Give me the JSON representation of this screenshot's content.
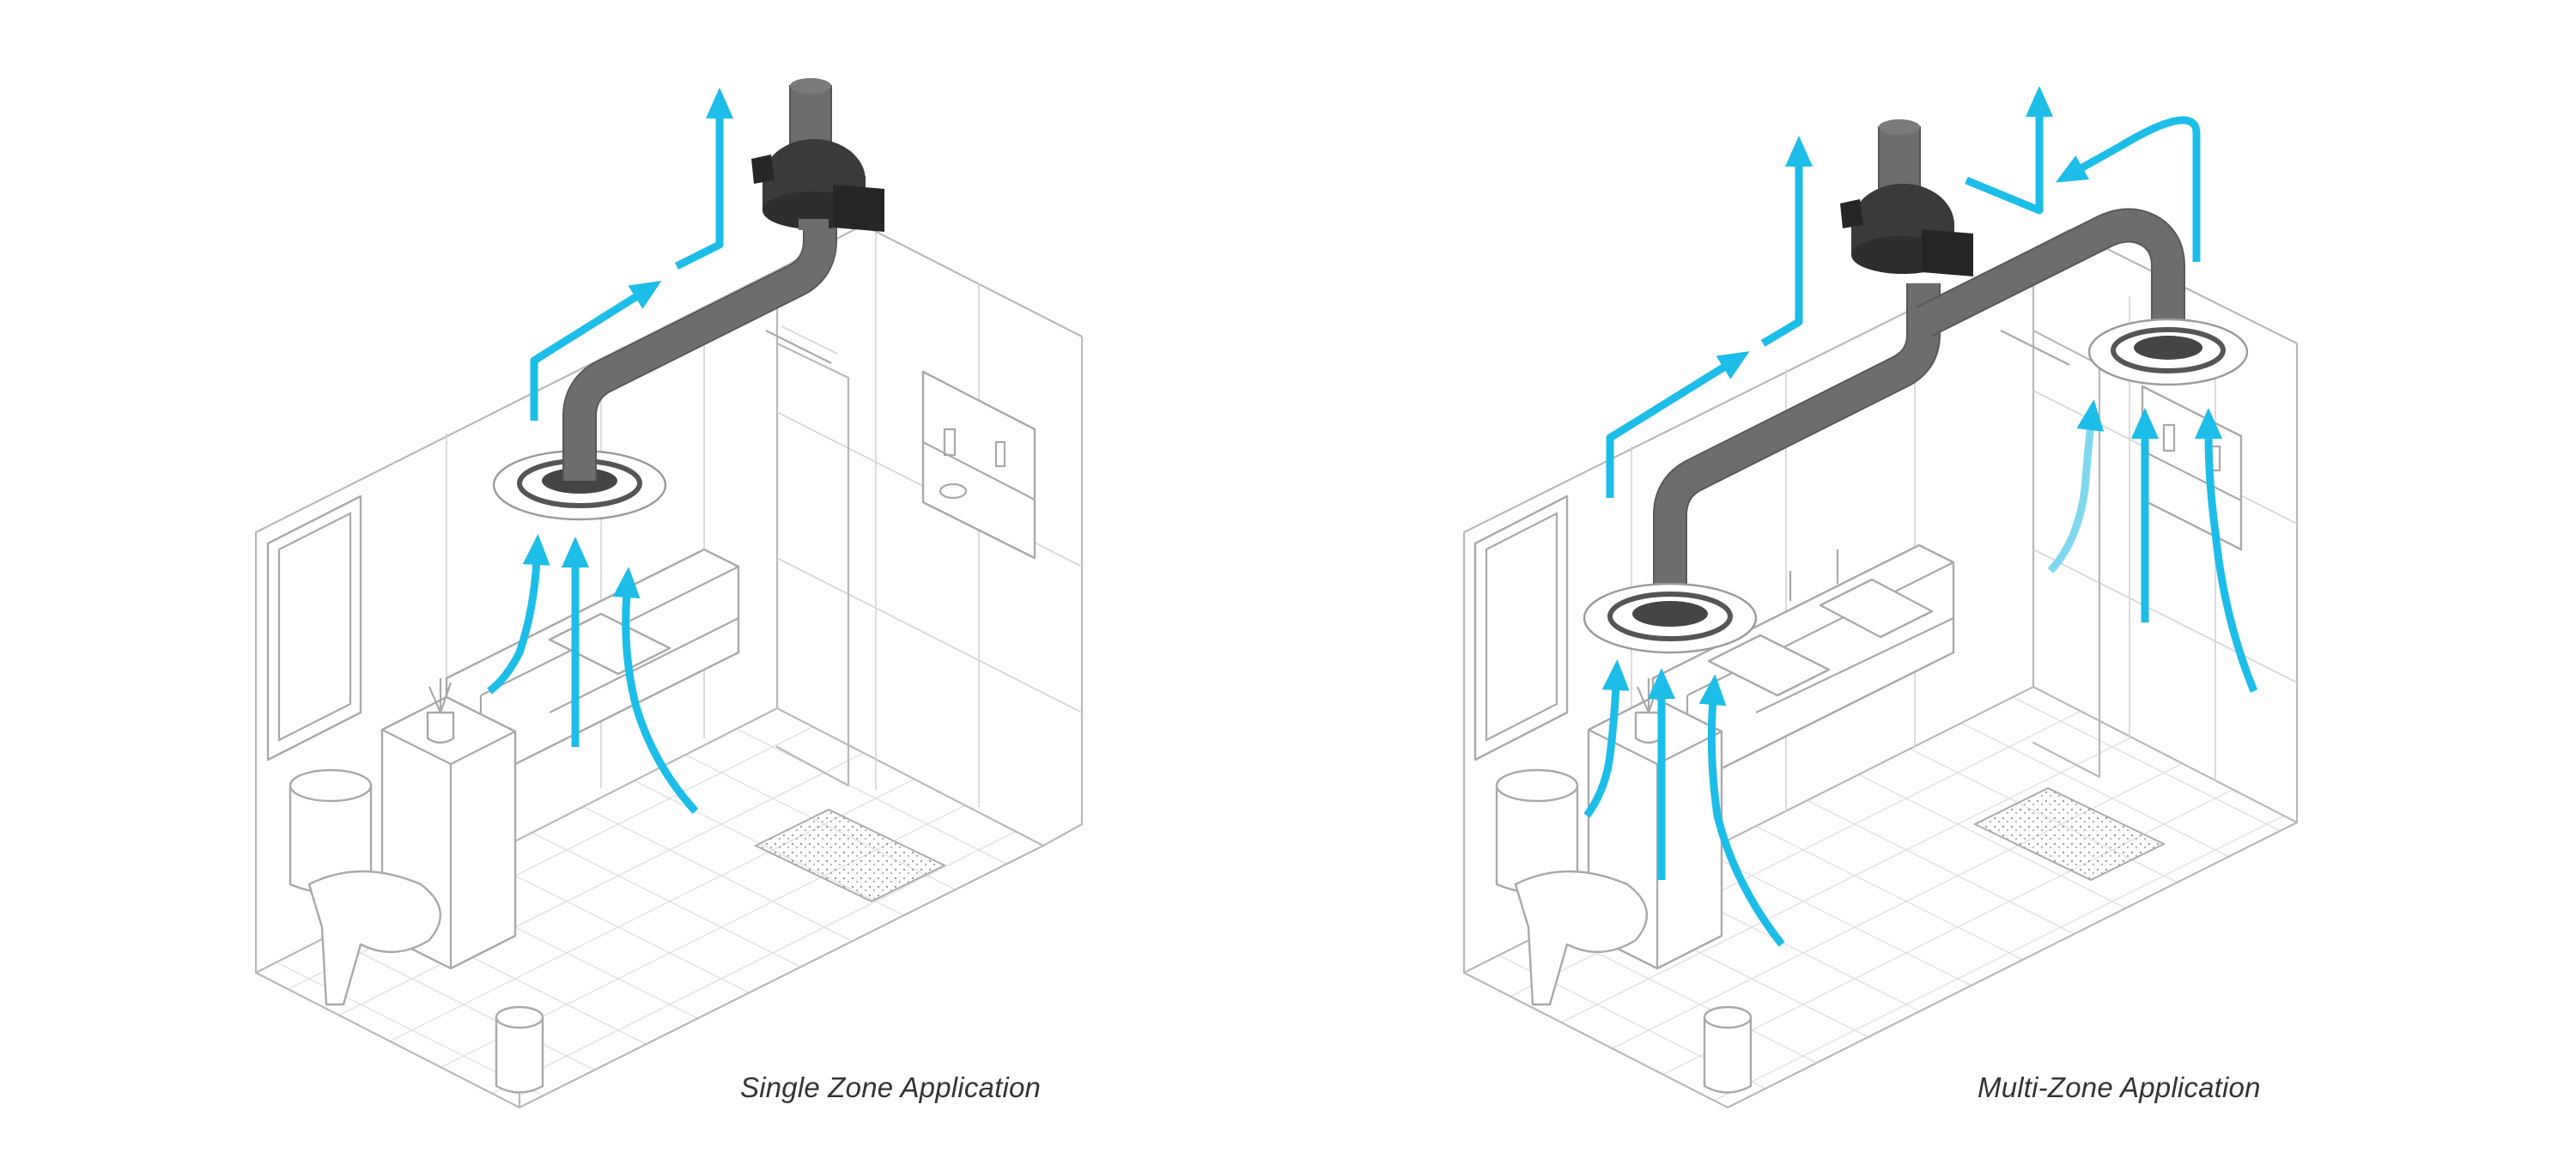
{
  "colors": {
    "airflow": "#1cbde8",
    "duct": "#6d6d6d",
    "fan_body": "#3a3a3a",
    "room_lines": "#b9b9b9"
  },
  "panels": [
    {
      "id": "single",
      "caption": "Single Zone Application",
      "icons": [
        "inline-fan-icon",
        "ceiling-vent-icon",
        "airflow-arrow-icon"
      ]
    },
    {
      "id": "multi",
      "caption": "Multi-Zone Application",
      "icons": [
        "inline-fan-icon",
        "ceiling-vent-icon",
        "airflow-arrow-icon"
      ]
    }
  ]
}
